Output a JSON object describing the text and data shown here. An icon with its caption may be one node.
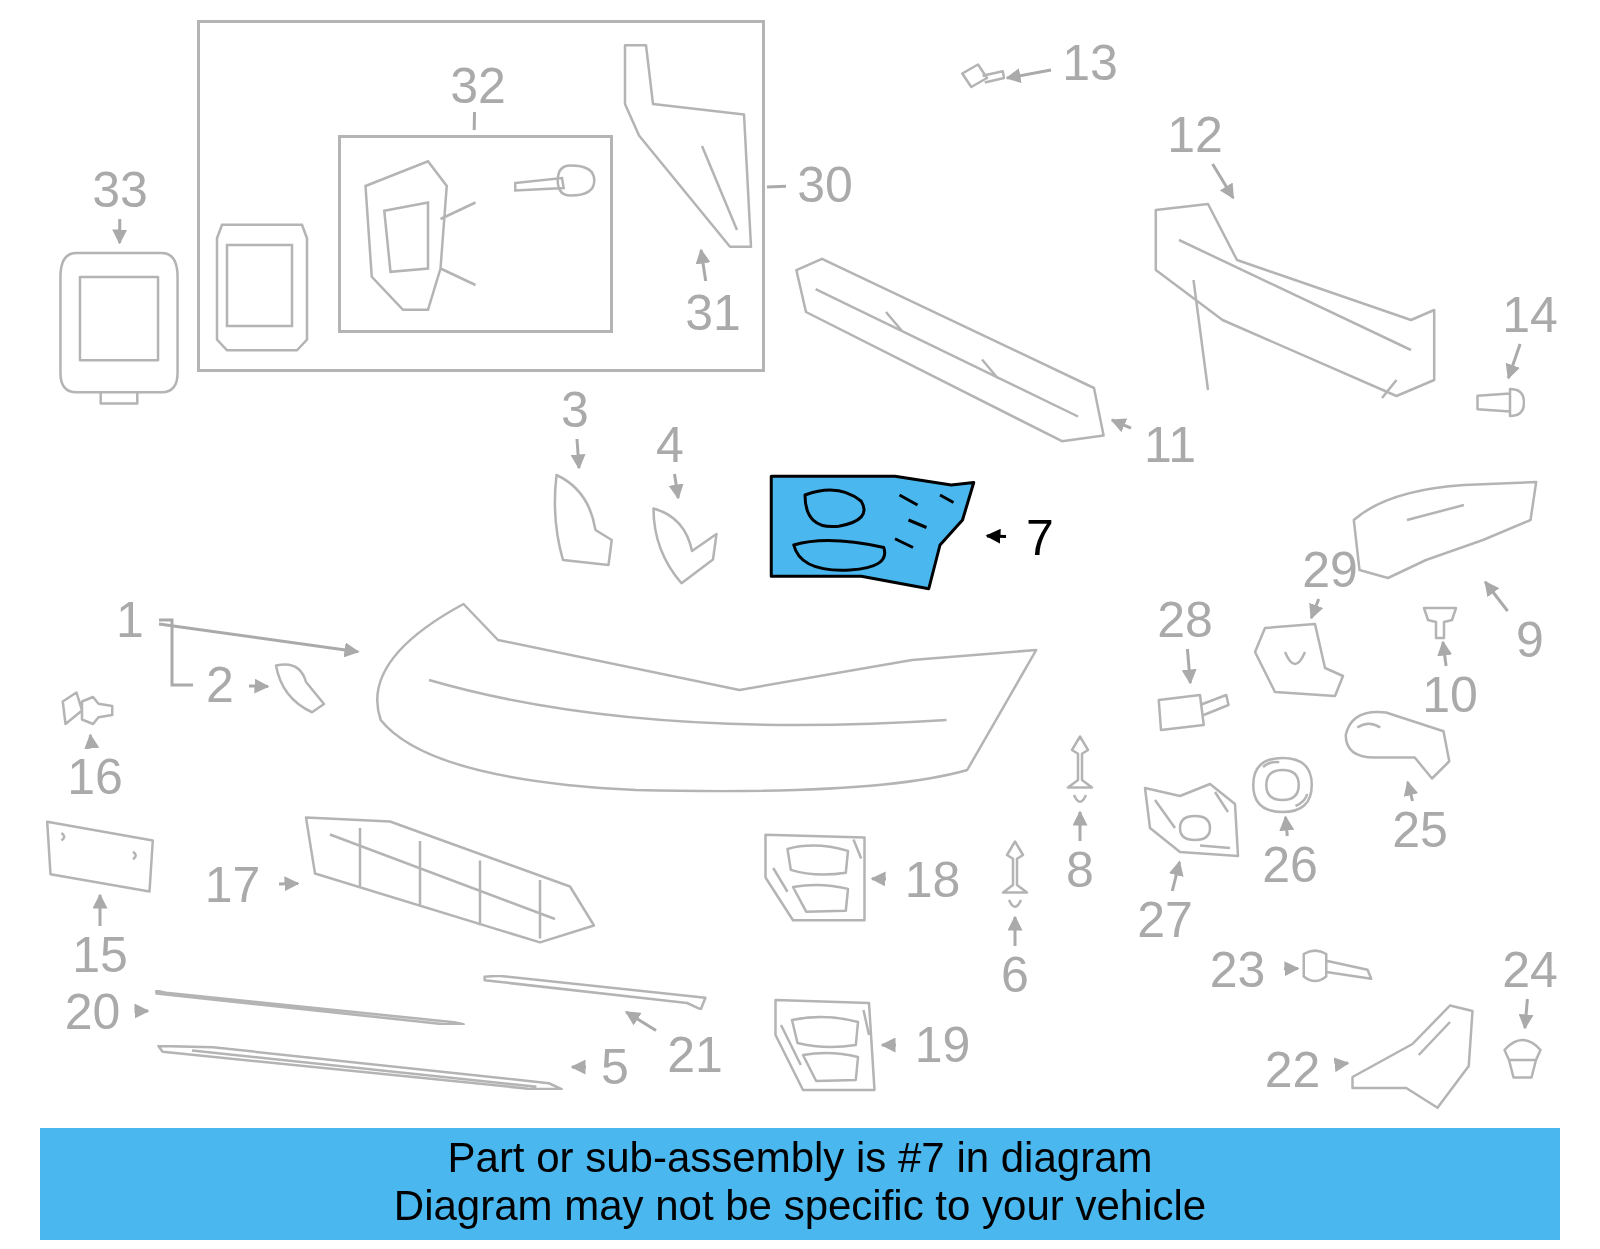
{
  "diagram": {
    "nodes": [
      {
        "text": [],
        "shape": "box"
      },
      {
        "text": [],
        "shape": "box",
        "in": 0
      },
      {
        "text": [
          "32"
        ],
        "in": 0
      },
      {
        "text": [
          "30"
        ]
      },
      {
        "text": [],
        "shape": "picture",
        "in": 0
      },
      {
        "text": [
          "31"
        ],
        "in": 0
      },
      {
        "text": [
          "33"
        ]
      },
      {
        "text": [],
        "shape": "picture"
      },
      {
        "text": [
          "13"
        ]
      },
      {
        "text": [],
        "shape": "picture"
      },
      {
        "text": [
          "12"
        ]
      },
      {
        "text": [],
        "shape": "picture"
      },
      {
        "text": [
          "14"
        ]
      },
      {
        "text": [],
        "shape": "picture"
      },
      {
        "text": [
          "3"
        ]
      },
      {
        "text": [],
        "shape": "picture"
      },
      {
        "text": [
          "4"
        ]
      },
      {
        "text": [],
        "shape": "picture"
      },
      {
        "text": [],
        "shape": "picture"
      },
      {
        "text": [
          "11"
        ]
      },
      {
        "text": [],
        "shape": "picture"
      },
      {
        "text": [
          "7"
        ]
      },
      {
        "text": [
          "1"
        ]
      },
      {
        "text": [],
        "shape": "picture"
      },
      {
        "text": [
          "2"
        ]
      },
      {
        "text": [],
        "shape": "picture"
      },
      {
        "text": [
          "29"
        ]
      },
      {
        "text": [],
        "shape": "picture"
      },
      {
        "text": [
          "9"
        ]
      },
      {
        "text": [],
        "shape": "picture"
      },
      {
        "text": [
          "28"
        ]
      },
      {
        "text": [],
        "shape": "picture"
      },
      {
        "text": [
          "10"
        ]
      },
      {
        "text": [],
        "shape": "picture"
      },
      {
        "text": [
          "17"
        ]
      },
      {
        "text": [],
        "shape": "picture"
      },
      {
        "text": [
          "20"
        ]
      },
      {
        "text": [],
        "shape": "picture"
      },
      {
        "text": [
          "8"
        ]
      },
      {
        "text": [],
        "shape": "picture"
      },
      {
        "text": [
          "27"
        ]
      },
      {
        "text": [],
        "shape": "picture"
      },
      {
        "text": [
          "26"
        ]
      },
      {
        "text": [],
        "shape": "picture"
      },
      {
        "text": [
          "25"
        ]
      },
      {
        "text": [],
        "shape": "picture"
      },
      {
        "text": [
          "6"
        ]
      },
      {
        "text": [],
        "shape": "picture"
      },
      {
        "text": [
          "18"
        ]
      },
      {
        "text": [],
        "shape": "picture"
      },
      {
        "text": [
          "16"
        ]
      },
      {
        "text": [],
        "shape": "picture"
      },
      {
        "text": [
          "15"
        ]
      },
      {
        "text": [],
        "shape": "picture"
      },
      {
        "text": [
          "5"
        ]
      },
      {
        "text": [],
        "shape": "picture"
      },
      {
        "text": [
          "21"
        ]
      },
      {
        "text": [],
        "shape": "picture"
      },
      {
        "text": [
          "19"
        ]
      },
      {
        "text": [],
        "shape": "picture"
      },
      {
        "text": [
          "23"
        ]
      },
      {
        "text": [],
        "shape": "picture"
      },
      {
        "text": [
          "24"
        ]
      },
      {
        "text": [],
        "shape": "picture"
      },
      {
        "text": [
          "22"
        ]
      },
      {
        "text": [],
        "shape": "picture"
      }
    ],
    "edges": [
      {
        "from": 3,
        "to": 0,
        "arrow": "none"
      },
      {
        "from": 2,
        "to": 1,
        "arrow": "none"
      },
      {
        "from": 5,
        "to": 4,
        "arrow": "to"
      },
      {
        "from": 6,
        "to": 7,
        "arrow": "to"
      },
      {
        "from": 8,
        "to": 9,
        "arrow": "to"
      },
      {
        "from": 10,
        "to": 11,
        "arrow": "to"
      },
      {
        "from": 12,
        "to": 13,
        "arrow": "to"
      },
      {
        "from": 14,
        "to": 15,
        "arrow": "to"
      },
      {
        "from": 16,
        "to": 17,
        "arrow": "to"
      },
      {
        "from": 19,
        "to": 18,
        "arrow": "to"
      },
      {
        "from": 21,
        "to": 20,
        "arrow": "to",
        "color": "#000000"
      },
      {
        "from": 22,
        "to": 23,
        "arrow": "to"
      },
      {
        "from": 22,
        "to": 24,
        "arrow": "none"
      },
      {
        "from": 24,
        "to": 25,
        "arrow": "to"
      },
      {
        "from": 26,
        "to": 27,
        "arrow": "to"
      },
      {
        "from": 28,
        "to": 29,
        "arrow": "to"
      },
      {
        "from": 30,
        "to": 31,
        "arrow": "to"
      },
      {
        "from": 32,
        "to": 33,
        "arrow": "to"
      },
      {
        "from": 34,
        "to": 35,
        "arrow": "to"
      },
      {
        "from": 36,
        "to": 37,
        "arrow": "to"
      },
      {
        "from": 38,
        "to": 39,
        "arrow": "to"
      },
      {
        "from": 40,
        "to": 41,
        "arrow": "to"
      },
      {
        "from": 42,
        "to": 43,
        "arrow": "to"
      },
      {
        "from": 44,
        "to": 45,
        "arrow": "to"
      },
      {
        "from": 46,
        "to": 47,
        "arrow": "to"
      },
      {
        "from": 48,
        "to": 49,
        "arrow": "to"
      },
      {
        "from": 50,
        "to": 51,
        "arrow": "to"
      },
      {
        "from": 52,
        "to": 53,
        "arrow": "to"
      },
      {
        "from": 54,
        "to": 55,
        "arrow": "to"
      },
      {
        "from": 56,
        "to": 57,
        "arrow": "to"
      },
      {
        "from": 58,
        "to": 59,
        "arrow": "to"
      },
      {
        "from": 60,
        "to": 61,
        "arrow": "to"
      },
      {
        "from": 62,
        "to": 63,
        "arrow": "to"
      },
      {
        "from": 64,
        "to": 65,
        "arrow": "to"
      }
    ],
    "labels": [
      "Part or sub-assembly is #7 in diagram",
      "Diagram may not be specific to your vehicle"
    ]
  }
}
